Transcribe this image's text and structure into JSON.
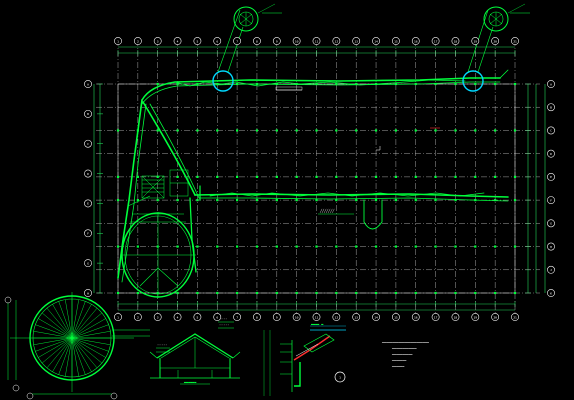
{
  "colors": {
    "background": "#000000",
    "wall": "#00ff3c",
    "axis": "#e8e8e8",
    "grid": "#b8b8b8",
    "dim": "#21d85a",
    "callout": "#00d8ff",
    "bubble": "#ffffff",
    "accent_red": "#ff3030"
  },
  "drawing": {
    "top_axes": [
      "1",
      "2",
      "3",
      "4",
      "5",
      "6",
      "7",
      "8",
      "9",
      "10",
      "11",
      "12",
      "13",
      "14",
      "15",
      "16",
      "17",
      "18",
      "19",
      "20",
      "21"
    ],
    "left_axes": [
      "A",
      "B",
      "C",
      "D",
      "E",
      "F",
      "G",
      "H"
    ],
    "right_axes": [
      "A",
      "B",
      "C",
      "D",
      "E",
      "F",
      "G",
      "H",
      "J",
      "K"
    ],
    "detail_marker": "1",
    "marks": {
      "plan_note": "╱╱╱╱╱╱╱",
      "detail_title": "▂▂▂▂ ▂",
      "elevation_title": "▂▂▂▂▂▂",
      "small_notes": [
        "····",
        "·····",
        "·····"
      ],
      "legend_lines": [
        "▁▁▁▁▁▁▁▁▁▁▁▁▁▁▁▁▁▁▁▁▁▁▁",
        "▁▁▁▁▁▁▁▁▁▁▁▁",
        "▁▁▁▁▁▁▁▁▁▁",
        "▁▁▁▁▁▁▁",
        "▁▁▁▁▁▁"
      ]
    }
  }
}
